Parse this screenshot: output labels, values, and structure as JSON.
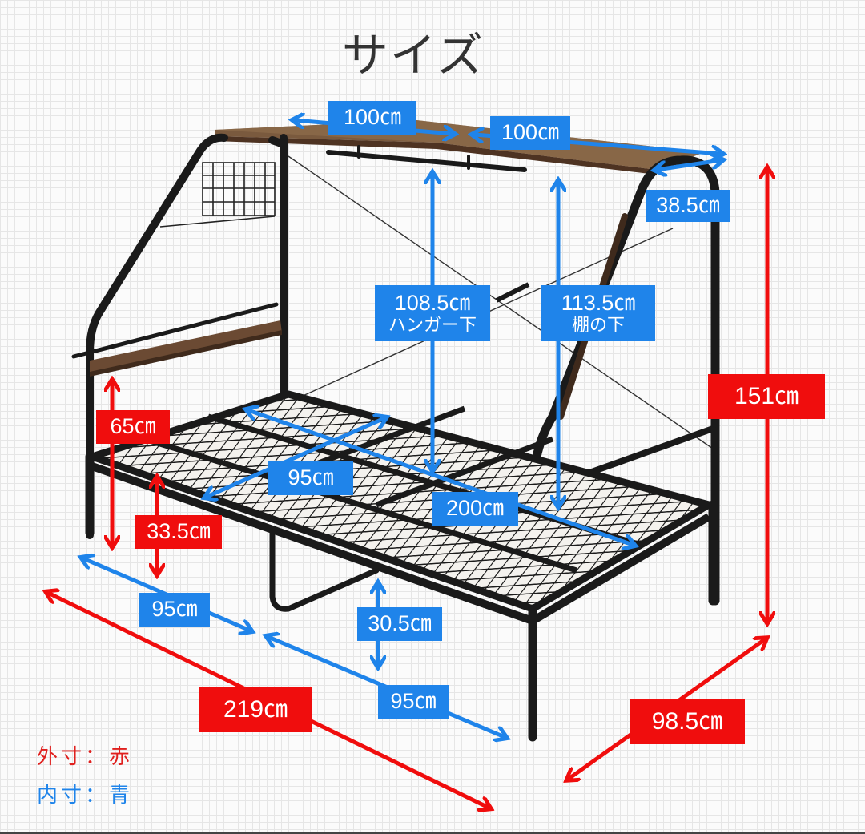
{
  "title": "サイズ",
  "colors": {
    "outer_dimension": "#f00d0d",
    "inner_dimension": "#1f84ea",
    "frame": "#1a1a1a",
    "wood": "#6b4a33",
    "background": "#fbfbfb"
  },
  "dimensions": {
    "shelf_width_left": {
      "value": "100㎝",
      "type": "inner"
    },
    "shelf_width_right": {
      "value": "100㎝",
      "type": "inner"
    },
    "shelf_depth": {
      "value": "38.5㎝",
      "type": "inner"
    },
    "hanger_clearance": {
      "value": "108.5㎝",
      "note": "ハンガー下",
      "type": "inner"
    },
    "shelf_clearance": {
      "value": "113.5㎝",
      "note": "棚の下",
      "type": "inner"
    },
    "total_height": {
      "value": "151㎝",
      "type": "outer"
    },
    "side_shelf_height": {
      "value": "65㎝",
      "type": "outer"
    },
    "floor_to_deck": {
      "value": "33.5㎝",
      "type": "outer"
    },
    "mattress_width": {
      "value": "95㎝",
      "type": "inner"
    },
    "mattress_length": {
      "value": "200㎝",
      "type": "inner"
    },
    "lower_bed_width": {
      "value": "95㎝",
      "type": "inner"
    },
    "lower_bed_clearance": {
      "value": "30.5㎝",
      "type": "inner"
    },
    "lower_bed_length": {
      "value": "95㎝",
      "type": "inner"
    },
    "total_length": {
      "value": "219㎝",
      "type": "outer"
    },
    "total_width": {
      "value": "98.5㎝",
      "type": "outer"
    }
  },
  "legend": {
    "outer": "外寸：赤",
    "inner": "内寸：青"
  }
}
